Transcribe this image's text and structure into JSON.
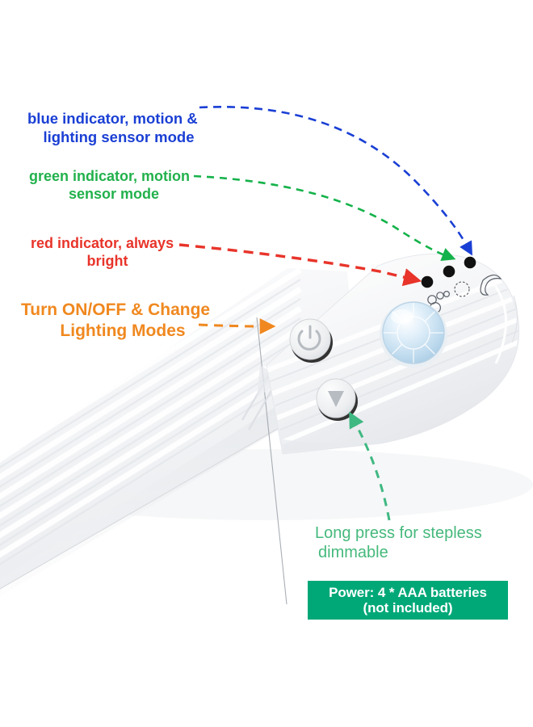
{
  "diagram": {
    "title": "Motion sensor LED light bar annotated feature diagram",
    "background_color": "#ffffff"
  },
  "annotations": [
    {
      "id": "blue-indicator",
      "line1": "blue indicator, motion &",
      "line2": "lighting sensor mode",
      "color": "#1a3fd4",
      "arrow": "curved-dashed"
    },
    {
      "id": "green-indicator",
      "line1": "green indicator, motion",
      "line2": "sensor mode",
      "color": "#22b14c",
      "arrow": "curved-dashed"
    },
    {
      "id": "red-indicator",
      "line1": "red indicator, always",
      "line2": "bright",
      "color": "#e8342a",
      "arrow": "dashed"
    },
    {
      "id": "power-button-label",
      "line1": "Turn ON/OFF & Change",
      "line2": "Lighting Modes",
      "color": "#f0881f",
      "arrow": "dashed"
    },
    {
      "id": "dimmer-label",
      "line1": "Long press for stepless",
      "line2": "dimmable",
      "color": "#45b97c",
      "arrow": "curved-dashed"
    }
  ],
  "power_banner": {
    "line1": "Power: 4 * AAA batteries",
    "line2": "(not included)",
    "background_color": "#00a878",
    "text_color": "#ffffff"
  },
  "device": {
    "name": "LED motion sensor light bar",
    "body_color": "#f2f3f5",
    "indicator_dots": [
      {
        "name": "indicator-dot-red",
        "color": "#111111"
      },
      {
        "name": "indicator-dot-green",
        "color": "#111111"
      },
      {
        "name": "indicator-dot-blue",
        "color": "#111111"
      }
    ],
    "mode_icons": [
      "paw-icon",
      "sun-icon",
      "moon-icon"
    ],
    "sensor": {
      "name": "pir-sensor-dome",
      "color": "#cfe4f2"
    },
    "buttons": [
      {
        "name": "power-button",
        "glyph": "power-icon"
      },
      {
        "name": "dimmer-button",
        "glyph": "triangle-down-icon"
      }
    ]
  }
}
